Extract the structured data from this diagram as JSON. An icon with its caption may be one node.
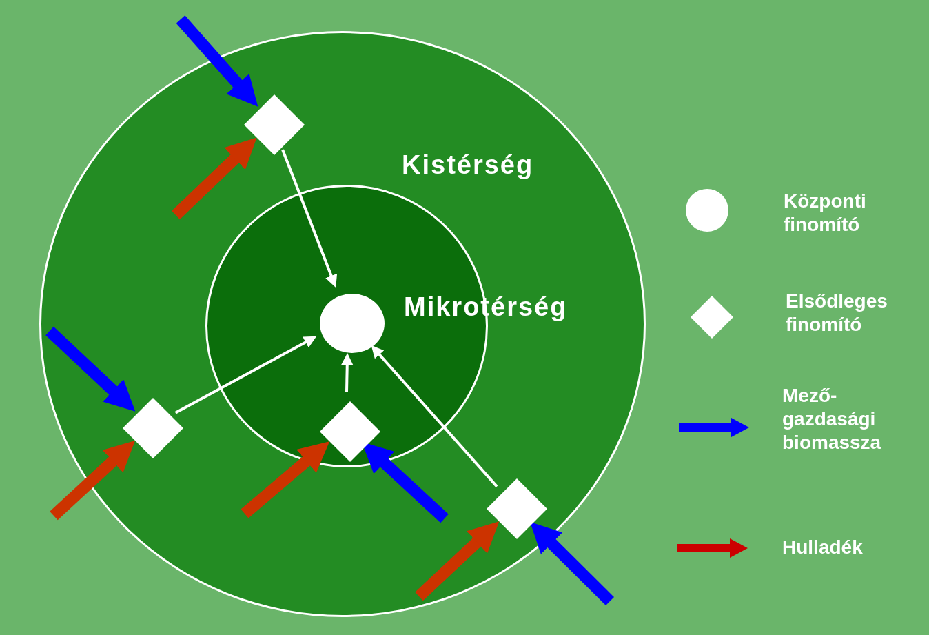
{
  "diagram": {
    "nodes": [
      {
        "text": [
          "Kistérség"
        ]
      },
      {
        "text": [
          "Mikrotérség"
        ],
        "in": 0
      },
      {
        "text": [],
        "shape": "circle",
        "in": 1
      },
      {
        "text": [],
        "shape": "diamond",
        "in": 0
      },
      {
        "text": [],
        "shape": "diamond",
        "in": 0
      },
      {
        "text": [],
        "shape": "diamond",
        "in": 1
      },
      {
        "text": [],
        "shape": "diamond",
        "in": 0
      }
    ],
    "edges": [
      {
        "from": 3,
        "to": 2,
        "arrow": "to"
      },
      {
        "from": 4,
        "to": 2,
        "arrow": "to"
      },
      {
        "from": 5,
        "to": 2,
        "arrow": "to"
      },
      {
        "from": 6,
        "to": 2,
        "arrow": "to"
      },
      {
        "from": null,
        "to": 3,
        "arrow": "to",
        "color": "#0000ff"
      },
      {
        "from": null,
        "to": 3,
        "arrow": "to",
        "color": "#cc3300"
      },
      {
        "from": null,
        "to": 4,
        "arrow": "to",
        "color": "#0000ff"
      },
      {
        "from": null,
        "to": 4,
        "arrow": "to",
        "color": "#cc3300"
      },
      {
        "from": null,
        "to": 5,
        "arrow": "to",
        "color": "#cc3300"
      },
      {
        "from": null,
        "to": 5,
        "arrow": "to",
        "color": "#0000ff"
      },
      {
        "from": null,
        "to": 6,
        "arrow": "to",
        "color": "#cc3300"
      },
      {
        "from": null,
        "to": 6,
        "arrow": "to",
        "color": "#0000ff"
      }
    ],
    "legend": [
      {
        "text": "Központi finomító"
      },
      {
        "text": "Elsődleges finomító"
      },
      {
        "text": "Mező- gazdasági biomassza"
      },
      {
        "text": "Hulladék"
      }
    ]
  }
}
